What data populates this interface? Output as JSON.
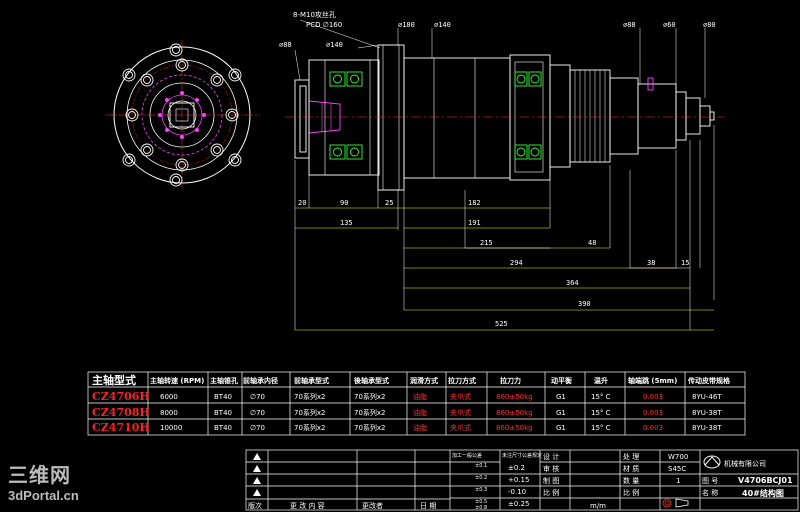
{
  "drawing": {
    "callouts": {
      "bolt_holes": "8-M10攻丝孔",
      "pcd": "PCD ∅160",
      "front_dia_88": "∅88",
      "flange_dia_140": "∅140",
      "flange_dia_180": "∅180",
      "body_dia_140": "∅140",
      "rear_dia_88": "∅88",
      "rear_dia_60": "∅60",
      "rear_dia_80": "∅80"
    },
    "dimensions": {
      "d20": "20",
      "d90": "90",
      "d25": "25",
      "d182": "182",
      "d135": "135",
      "d191": "191",
      "d215": "215",
      "d48": "48",
      "d294": "294",
      "d38": "38",
      "d15": "15",
      "d364": "364",
      "d390": "390",
      "d525": "525"
    }
  },
  "spec_table": {
    "headers": [
      "主轴型式",
      "主轴转速 (RPM)",
      "主轴锥孔",
      "前轴承内径",
      "前轴承型式",
      "後轴承型式",
      "润滑方式",
      "拉刀方式",
      "拉刀力",
      "动平衡",
      "温升",
      "轴端跳 (5mm)",
      "传动皮带规格"
    ],
    "rows": [
      {
        "model": "CZ4706H",
        "cells": [
          "6000",
          "BT40",
          "∅70",
          "70系列x2",
          "70系列x2",
          "油脂",
          "夹爪式",
          "860±50kg",
          "G1",
          "15° C",
          "0.003",
          "8YU-46T"
        ]
      },
      {
        "model": "CZ4708H",
        "cells": [
          "8000",
          "BT40",
          "∅70",
          "70系列x2",
          "70系列x2",
          "油脂",
          "夹爪式",
          "860±50kg",
          "G1",
          "15° C",
          "0.003",
          "8YU-38T"
        ]
      },
      {
        "model": "CZ4710H",
        "cells": [
          "10000",
          "BT40",
          "∅70",
          "70系列x2",
          "70系列x2",
          "油脂",
          "夹爪式",
          "860±50kg",
          "G1",
          "15° C",
          "0.003",
          "8YU-38T"
        ]
      }
    ]
  },
  "title_block": {
    "rev_headers": [
      "版次",
      "更 改 内 容",
      "更改者",
      "日 期"
    ],
    "tolerance_title": "加工一般公差",
    "tolerance_lines": [
      "±0.1",
      "±0.2",
      "±0.3",
      "±0.5",
      "±0.8"
    ],
    "general_tol_title": "未注尺寸公差规定",
    "general_tol_lines": [
      "±0.2",
      "+0.15",
      "-0.10",
      "±0.25"
    ],
    "roles": [
      "设 计",
      "审 核",
      "制 图",
      "比 例"
    ],
    "unit": "m/m",
    "labels": {
      "drawing_no": "图 号",
      "name": "名 称",
      "material": "材 质",
      "quantity": "数 量",
      "processing": "处 理",
      "scale": "比 例"
    },
    "values": {
      "processing": "W700",
      "material": "S45C",
      "quantity": "1",
      "drawing_no": "V4706BCJ01",
      "name": "40#结构图"
    },
    "company": "机械有限公司"
  },
  "watermark": {
    "cn": "三维网",
    "en": "3dPortal.cn"
  }
}
